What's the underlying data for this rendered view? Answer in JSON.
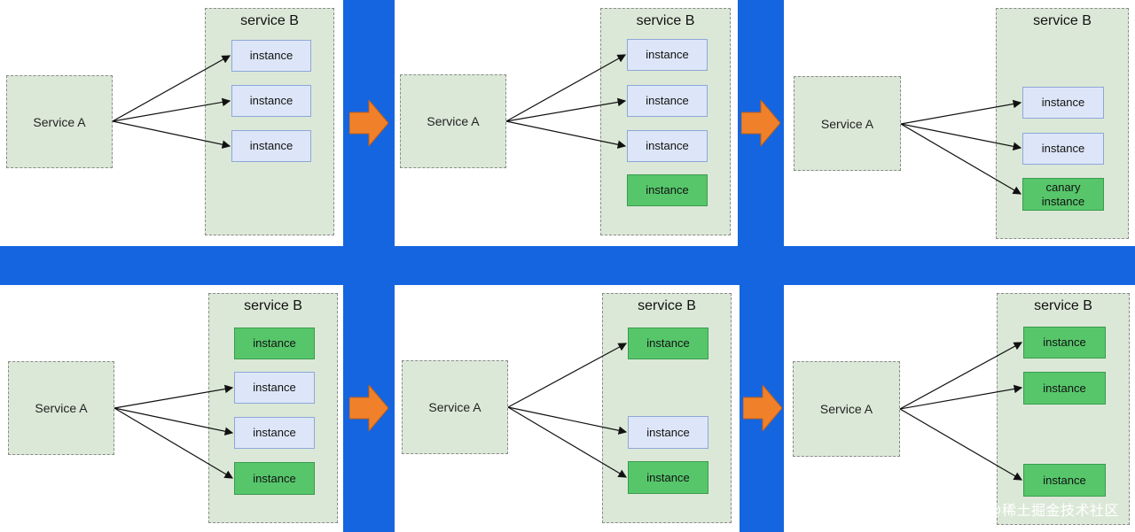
{
  "service_a_label": "Service A",
  "service_b_label": "service B",
  "instance_label": "instance",
  "canary_label": "canary instance",
  "watermark": "@稀土掘金技术社区",
  "colors": {
    "background": "#1565e0",
    "panel": "#ffffff",
    "service_box": "#dbe8d7",
    "old_instance": "#dde6f8",
    "new_instance": "#57c66b",
    "arrow": "#f0812a"
  },
  "stages": [
    {
      "name": "stage-1",
      "instances": [
        "old",
        "old",
        "old"
      ]
    },
    {
      "name": "stage-2",
      "instances": [
        "old",
        "old",
        "old",
        "new"
      ]
    },
    {
      "name": "stage-3",
      "instances": [
        "old",
        "old",
        "canary"
      ]
    },
    {
      "name": "stage-4",
      "instances": [
        "new",
        "old",
        "old",
        "new"
      ]
    },
    {
      "name": "stage-5",
      "instances": [
        "new",
        "old",
        "new"
      ]
    },
    {
      "name": "stage-6",
      "instances": [
        "new",
        "new",
        "new"
      ]
    }
  ]
}
